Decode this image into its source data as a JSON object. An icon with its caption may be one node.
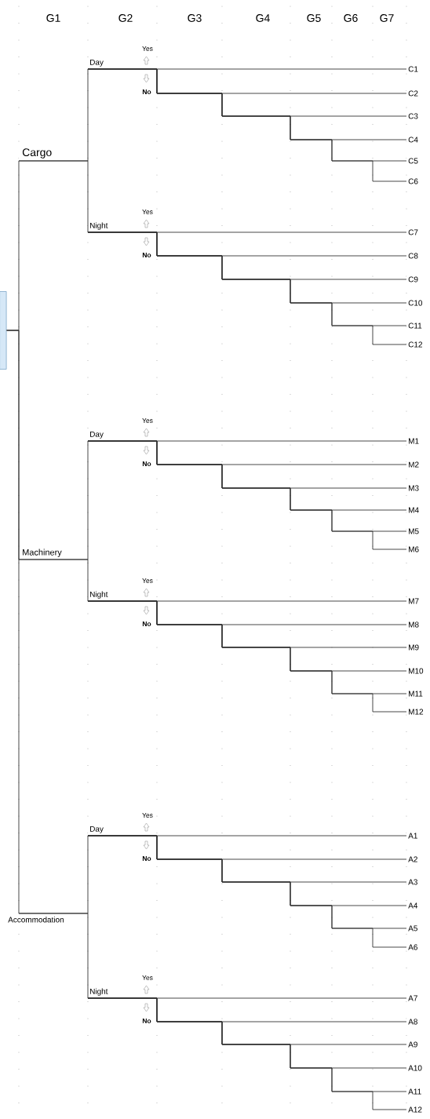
{
  "diagram": {
    "nodes": [
      {
        "text": [],
        "shape": "box"
      },
      {
        "text": [
          "Cargo"
        ]
      },
      {
        "text": [
          "Day"
        ]
      },
      {
        "text": [
          "C1"
        ]
      },
      {
        "text": [
          "C2"
        ]
      },
      {
        "text": [
          "C3"
        ]
      },
      {
        "text": [
          "C4"
        ]
      },
      {
        "text": [
          "C5"
        ]
      },
      {
        "text": [
          "C6"
        ]
      },
      {
        "text": [
          "Night"
        ]
      },
      {
        "text": [
          "C7"
        ]
      },
      {
        "text": [
          "C8"
        ]
      },
      {
        "text": [
          "C9"
        ]
      },
      {
        "text": [
          "C10"
        ]
      },
      {
        "text": [
          "C11"
        ]
      },
      {
        "text": [
          "C12"
        ]
      },
      {
        "text": [
          "Machinery"
        ]
      },
      {
        "text": [
          "Day"
        ]
      },
      {
        "text": [
          "M1"
        ]
      },
      {
        "text": [
          "M2"
        ]
      },
      {
        "text": [
          "M3"
        ]
      },
      {
        "text": [
          "M4"
        ]
      },
      {
        "text": [
          "M5"
        ]
      },
      {
        "text": [
          "M6"
        ]
      },
      {
        "text": [
          "Night"
        ]
      },
      {
        "text": [
          "M7"
        ]
      },
      {
        "text": [
          "M8"
        ]
      },
      {
        "text": [
          "M9"
        ]
      },
      {
        "text": [
          "M10"
        ]
      },
      {
        "text": [
          "M11"
        ]
      },
      {
        "text": [
          "M12"
        ]
      },
      {
        "text": [
          "Accommodation"
        ]
      },
      {
        "text": [
          "Day"
        ]
      },
      {
        "text": [
          "A1"
        ]
      },
      {
        "text": [
          "A2"
        ]
      },
      {
        "text": [
          "A3"
        ]
      },
      {
        "text": [
          "A4"
        ]
      },
      {
        "text": [
          "A5"
        ]
      },
      {
        "text": [
          "A6"
        ]
      },
      {
        "text": [
          "Night"
        ]
      },
      {
        "text": [
          "A7"
        ]
      },
      {
        "text": [
          "A8"
        ]
      },
      {
        "text": [
          "A9"
        ]
      },
      {
        "text": [
          "A10"
        ]
      },
      {
        "text": [
          "A11"
        ]
      },
      {
        "text": [
          "A12"
        ]
      }
    ],
    "edges": [
      {
        "from": 0,
        "to": 1,
        "arrow": "none"
      },
      {
        "from": 0,
        "to": 16,
        "arrow": "none"
      },
      {
        "from": 0,
        "to": 31,
        "arrow": "none"
      },
      {
        "from": 1,
        "to": 2,
        "arrow": "none"
      },
      {
        "from": 1,
        "to": 9,
        "arrow": "none"
      },
      {
        "from": 2,
        "to": 3,
        "arrow": "none"
      },
      {
        "from": 2,
        "to": 4,
        "arrow": "none"
      },
      {
        "from": 2,
        "to": 5,
        "arrow": "none"
      },
      {
        "from": 2,
        "to": 6,
        "arrow": "none"
      },
      {
        "from": 2,
        "to": 7,
        "arrow": "none"
      },
      {
        "from": 2,
        "to": 8,
        "arrow": "none"
      },
      {
        "from": 9,
        "to": 10,
        "arrow": "none"
      },
      {
        "from": 9,
        "to": 11,
        "arrow": "none"
      },
      {
        "from": 9,
        "to": 12,
        "arrow": "none"
      },
      {
        "from": 9,
        "to": 13,
        "arrow": "none"
      },
      {
        "from": 9,
        "to": 14,
        "arrow": "none"
      },
      {
        "from": 9,
        "to": 15,
        "arrow": "none"
      },
      {
        "from": 16,
        "to": 17,
        "arrow": "none"
      },
      {
        "from": 16,
        "to": 24,
        "arrow": "none"
      },
      {
        "from": 17,
        "to": 18,
        "arrow": "none"
      },
      {
        "from": 17,
        "to": 19,
        "arrow": "none"
      },
      {
        "from": 17,
        "to": 20,
        "arrow": "none"
      },
      {
        "from": 17,
        "to": 21,
        "arrow": "none"
      },
      {
        "from": 17,
        "to": 22,
        "arrow": "none"
      },
      {
        "from": 17,
        "to": 23,
        "arrow": "none"
      },
      {
        "from": 24,
        "to": 25,
        "arrow": "none"
      },
      {
        "from": 24,
        "to": 26,
        "arrow": "none"
      },
      {
        "from": 24,
        "to": 27,
        "arrow": "none"
      },
      {
        "from": 24,
        "to": 28,
        "arrow": "none"
      },
      {
        "from": 24,
        "to": 29,
        "arrow": "none"
      },
      {
        "from": 24,
        "to": 30,
        "arrow": "none"
      },
      {
        "from": 31,
        "to": 32,
        "arrow": "none"
      },
      {
        "from": 31,
        "to": 39,
        "arrow": "none"
      },
      {
        "from": 32,
        "to": 33,
        "arrow": "none"
      },
      {
        "from": 32,
        "to": 34,
        "arrow": "none"
      },
      {
        "from": 32,
        "to": 35,
        "arrow": "none"
      },
      {
        "from": 32,
        "to": 36,
        "arrow": "none"
      },
      {
        "from": 32,
        "to": 37,
        "arrow": "none"
      },
      {
        "from": 32,
        "to": 38,
        "arrow": "none"
      },
      {
        "from": 39,
        "to": 40,
        "arrow": "none"
      },
      {
        "from": 39,
        "to": 41,
        "arrow": "none"
      },
      {
        "from": 39,
        "to": 42,
        "arrow": "none"
      },
      {
        "from": 39,
        "to": 43,
        "arrow": "none"
      },
      {
        "from": 39,
        "to": 44,
        "arrow": "none"
      },
      {
        "from": 39,
        "to": 45,
        "arrow": "none"
      }
    ],
    "labels": [
      "G1",
      "G2",
      "G3",
      "G4",
      "G5",
      "G6",
      "G7",
      "Yes",
      "No",
      "Yes",
      "No",
      "Yes",
      "No",
      "Yes",
      "No",
      "Yes",
      "No",
      "Yes",
      "No"
    ]
  }
}
